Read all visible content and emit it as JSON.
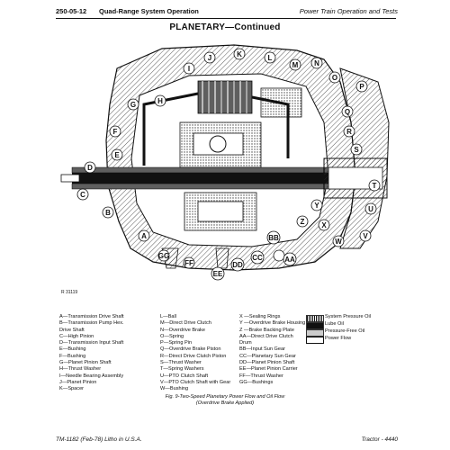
{
  "header": {
    "code": "250-05-12",
    "section": "Quad-Range System Operation",
    "right": "Power Train Operation and Tests"
  },
  "title": "PLANETARY—Continued",
  "figure_number": "R 31119",
  "callouts": [
    "A",
    "B",
    "C",
    "D",
    "E",
    "F",
    "G",
    "H",
    "I",
    "J",
    "K",
    "L",
    "M",
    "N",
    "O",
    "P",
    "Q",
    "R",
    "S",
    "T",
    "U",
    "V",
    "W",
    "X",
    "Y",
    "Z",
    "AA",
    "BB",
    "CC",
    "DD",
    "EE",
    "FF",
    "GG"
  ],
  "legend": {
    "col1": [
      "A—Transmission Drive Shaft",
      "B—Transmission Pump Hex.",
      "      Drive Shaft",
      "C—High Pinion",
      "D—Transmission Input Shaft",
      "E—Bushing",
      "F—Bushing",
      "G—Planet Pinion Shaft",
      "H—Thrust Washer",
      "I—Needle Bearing Assembly",
      "J—Planet Pinion",
      "K—Spacer"
    ],
    "col2": [
      "L—Ball",
      "M—Direct Drive Clutch",
      "N—Overdrive Brake",
      "O—Spring",
      "P—Spring Pin",
      "Q—Overdrive Brake Piston",
      "R—Direct Drive Clutch Piston",
      "S—Thrust Washer",
      "T—Spring Washers",
      "U—PTO Clutch Shaft",
      "V—PTO Clutch Shaft with Gear",
      "W—Bushing"
    ],
    "col3": [
      "X —Sealing Rings",
      "Y —Overdrive Brake Housing",
      "Z —Brake Backing Plate",
      "AA—Direct Drive Clutch",
      "      Drum",
      "BB—Input Sun Gear",
      "CC—Planetary Sun Gear",
      "DD—Planet Pinion Shaft",
      "EE—Planet Pinion Carrier",
      "FF—Thrust Washer",
      "GG—Bushings"
    ]
  },
  "key": [
    "System Pressure Oil",
    "Lube Oil",
    "Pressure-Free Oil",
    "Power Flow"
  ],
  "caption": {
    "line1": "Fig. 9-Two-Speed Planetary Power Flow and Oil Flow",
    "line2": "(Overdrive Brake Applied)"
  },
  "footer": {
    "left": "TM-1182 (Feb-78) Litho in U.S.A.",
    "right": "Tractor - 4440"
  }
}
